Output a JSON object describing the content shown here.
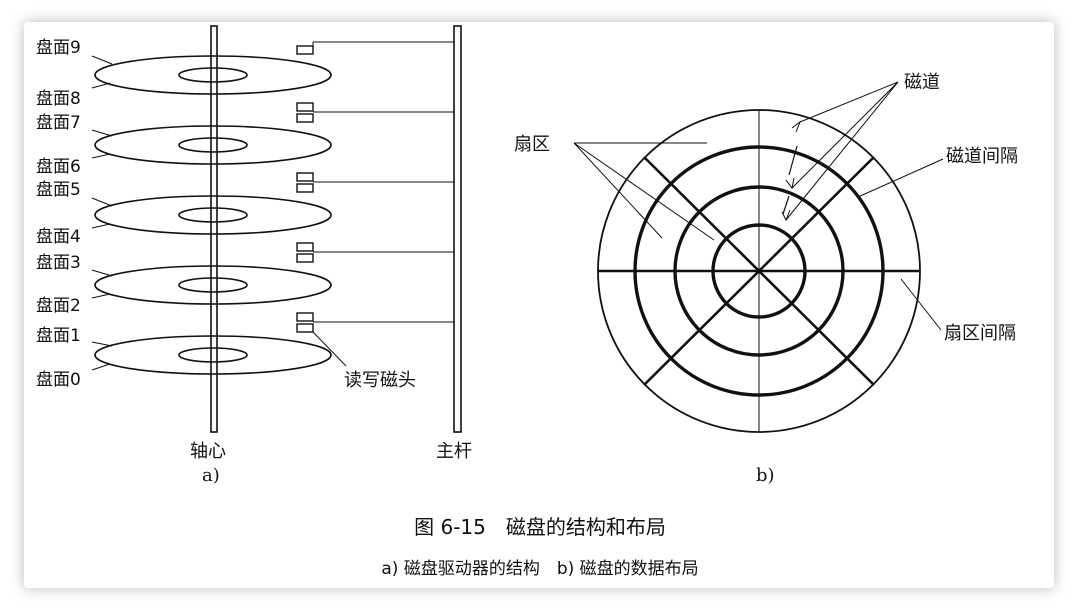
{
  "diagram_a": {
    "label": "a)",
    "platters": [
      {
        "top": "盘面9",
        "bottom": "盘面8"
      },
      {
        "top": "盘面7",
        "bottom": "盘面6"
      },
      {
        "top": "盘面5",
        "bottom": "盘面4"
      },
      {
        "top": "盘面3",
        "bottom": "盘面2"
      },
      {
        "top": "盘面1",
        "bottom": "盘面0"
      }
    ],
    "spindle_label": "轴心",
    "arm_label": "主杆",
    "head_label": "读写磁头"
  },
  "diagram_b": {
    "label": "b)",
    "track_label": "磁道",
    "track_gap_label": "磁道间隔",
    "sector_label": "扇区",
    "sector_gap_label": "扇区间隔"
  },
  "caption": {
    "title": "图 6-15　磁盘的结构和布局",
    "subtitle": "a) 磁盘驱动器的结构　b) 磁盘的数据布局"
  }
}
